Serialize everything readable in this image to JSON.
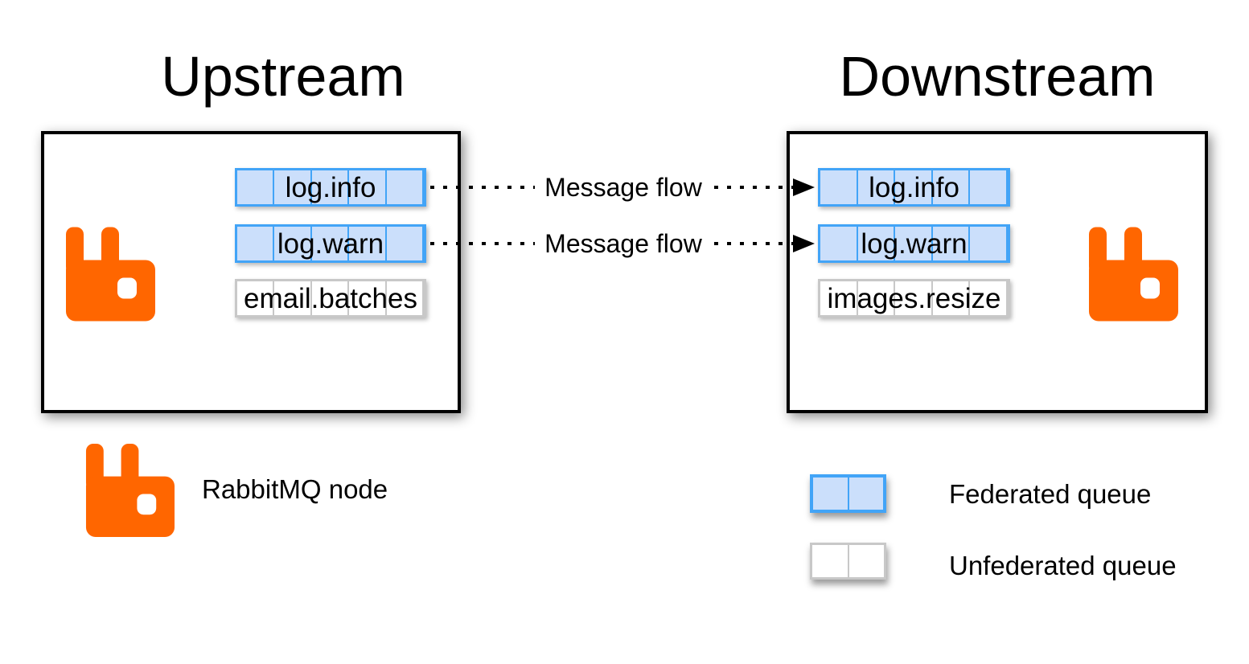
{
  "titles": {
    "upstream": "Upstream",
    "downstream": "Downstream"
  },
  "upstream": {
    "queues": [
      {
        "label": "log.info",
        "federated": true
      },
      {
        "label": "log.warn",
        "federated": true
      },
      {
        "label": "email.batches",
        "federated": false
      }
    ]
  },
  "downstream": {
    "queues": [
      {
        "label": "log.info",
        "federated": true
      },
      {
        "label": "log.warn",
        "federated": true
      },
      {
        "label": "images.resize",
        "federated": false
      }
    ]
  },
  "flows": [
    {
      "label": "Message flow"
    },
    {
      "label": "Message flow"
    }
  ],
  "legend": {
    "node_label": "RabbitMQ node",
    "federated_label": "Federated queue",
    "unfederated_label": "Unfederated queue"
  },
  "icons": {
    "rabbitmq_logo": "rabbitmq-rabbit",
    "arrowhead": "right-pointing-triangle"
  },
  "colors": {
    "rabbit_orange": "#ff6600",
    "federated_fill": "#cbdffb",
    "federated_border": "#42a4f7",
    "unfederated_fill": "#ffffff",
    "unfederated_border": "#c8c8c8",
    "line_black": "#000000"
  }
}
